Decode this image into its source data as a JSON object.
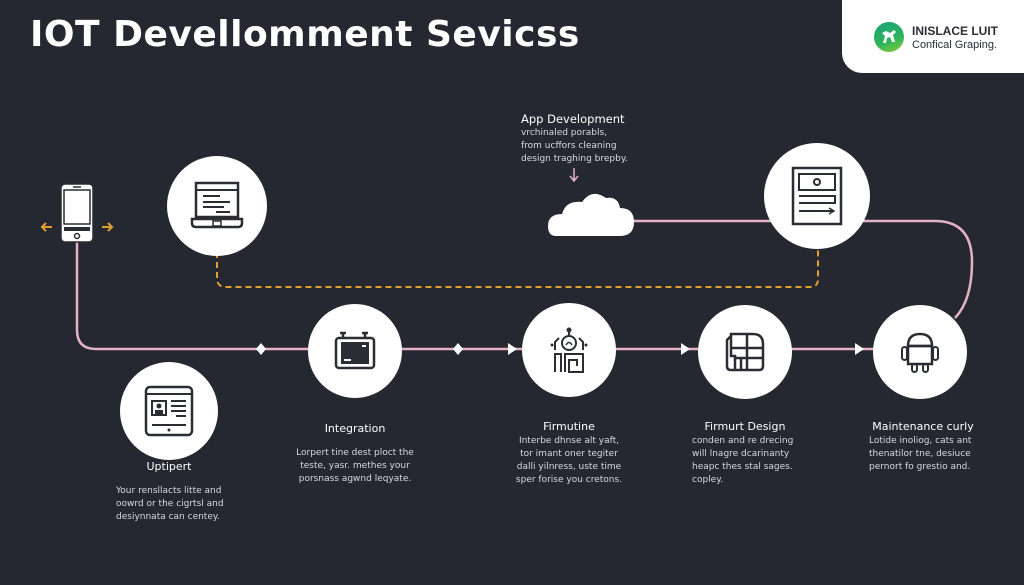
{
  "header": {
    "title": "IOT Devellomment Sevicss"
  },
  "logo": {
    "name": "INISLACE LUIT",
    "tagline": "Confical Graping."
  },
  "colors": {
    "background": "#252830",
    "flow_line": "#e3b3c4",
    "dashed_line": "#e0a030",
    "node_fill": "#ffffff",
    "icon_stroke": "#2a2d33"
  },
  "app_development": {
    "title": "App Development",
    "lines": [
      "vrchinaled porabls,",
      "from ucffors cleaning",
      "design traghing brepby."
    ]
  },
  "stages": [
    {
      "id": "uptipert",
      "icon": "tablet-profile-icon",
      "title": "Uptipert",
      "lines": [
        "Your rensllacts litte and",
        "oowrd or the cigrtsl and",
        "desiynnata can centey."
      ]
    },
    {
      "id": "integration",
      "icon": "battery-device-icon",
      "title": "Integration",
      "lines": [
        "Lorpert tine dest ploct the",
        "teste, yasr. methes your",
        "porsnass agwnd leqyate."
      ]
    },
    {
      "id": "firmutine",
      "icon": "robot-chip-icon",
      "title": "Firmutine",
      "lines": [
        "Interbe dhnse alt yaft,",
        "tor imant oner tegiter",
        "dalli yilnress, uste time",
        "sper forise you cretons."
      ]
    },
    {
      "id": "firmurt-design",
      "icon": "grid-layout-icon",
      "title": "Firmurt Design",
      "lines": [
        "conden and re drecing",
        "will lnagre dcarinanty",
        "heapc thes stal sages.",
        "copley."
      ]
    },
    {
      "id": "maintenance",
      "icon": "android-icon",
      "title": "Maintenance curly",
      "lines": [
        "Lotide inoliog, cats ant",
        "thenatilor tne, desiuce",
        "pernort fo grestio and."
      ]
    }
  ],
  "top_nodes": [
    {
      "id": "laptop",
      "icon": "laptop-icon"
    },
    {
      "id": "document",
      "icon": "document-form-icon"
    }
  ]
}
